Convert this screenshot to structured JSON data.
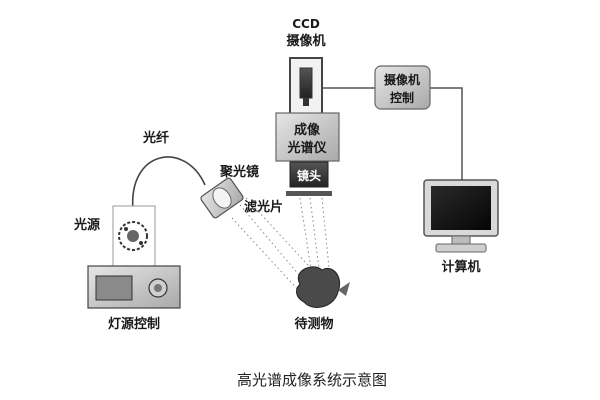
{
  "labels": {
    "ccd_line1": "CCD",
    "ccd_line2": "摄像机",
    "camera_ctrl_line1": "摄像机",
    "camera_ctrl_line2": "控制",
    "spectrometer_line1": "成像",
    "spectrometer_line2": "光谱仪",
    "lens": "镜头",
    "filter": "滤光片",
    "condenser": "聚光镜",
    "fiber": "光纤",
    "light_source": "光源",
    "lamp_control": "灯源控制",
    "sample": "待测物",
    "computer": "计算机"
  },
  "caption": "高光谱成像系统示意图"
}
